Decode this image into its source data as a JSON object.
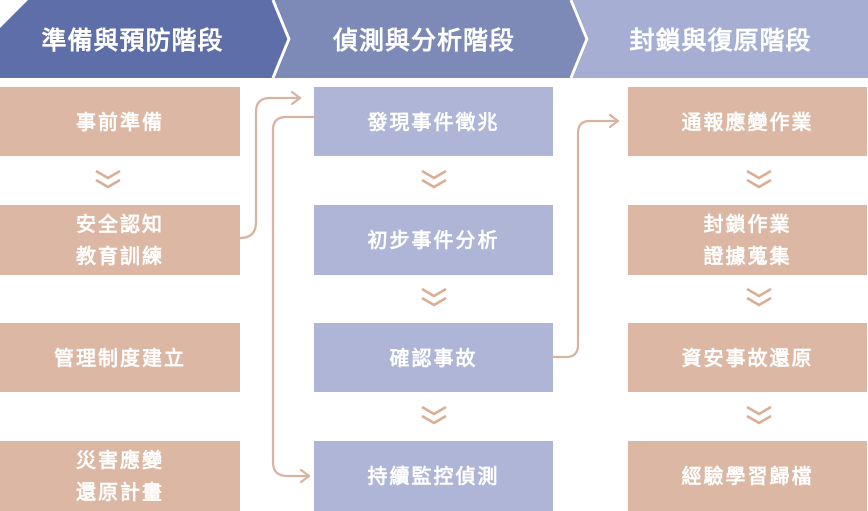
{
  "headers": [
    "準備與預防階段",
    "偵測與分析階段",
    "封鎖與復原階段"
  ],
  "column1": [
    "事前準備",
    "安全認知\n教育訓練",
    "管理制度建立",
    "災害應變\n還原計畫"
  ],
  "column2": [
    "發現事件徵兆",
    "初步事件分析",
    "確認事故",
    "持續監控偵測"
  ],
  "column3": [
    "通報應變作業",
    "封鎖作業\n證據蒐集",
    "資安事故還原",
    "經驗學習歸檔"
  ],
  "colors": {
    "header1": "#5d6ea8",
    "header2": "#7d8ab8",
    "header3": "#a6afd3",
    "tan_box": "#dcb8a4",
    "blue_box": "#aeb5d6",
    "connector": "#d7b3a0",
    "chevron": "#d9ae95"
  }
}
